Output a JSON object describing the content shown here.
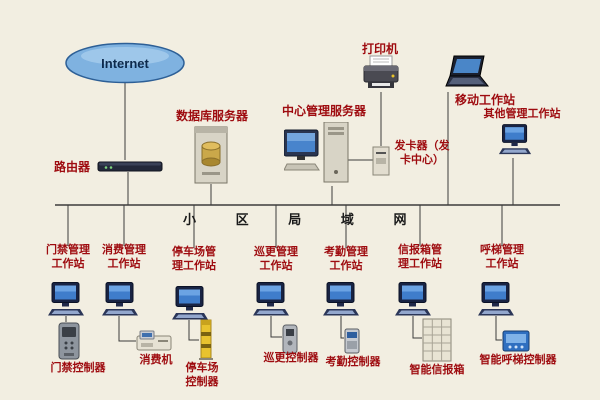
{
  "colors": {
    "background": "#f2eee1",
    "label_red": "#9e0b0f",
    "line": "#3c3c3c",
    "bus_text": "#1a1a1a",
    "cloud_fill": "#7fb2e0",
    "cloud_stroke": "#2d5f96",
    "internet_text": "#0d2a4d"
  },
  "top": {
    "internet": "Internet",
    "router": "路由器",
    "database_server": "数据库服务器",
    "central_server": "中心管理服务器",
    "printer": "打印机",
    "card_issuer": "发卡器（发卡中心）",
    "mobile_workstation": "移动工作站",
    "other_workstation": "其他管理工作站"
  },
  "bus": {
    "label": "小 区 局 域 网"
  },
  "stations": [
    {
      "label": "门禁管理工作站",
      "device": "门禁控制器"
    },
    {
      "label": "消费管理工作站",
      "device": "消费机"
    },
    {
      "label": "停车场管理工作站",
      "device": "停车场控制器"
    },
    {
      "label": "巡更管理工作站",
      "device": "巡更控制器"
    },
    {
      "label": "考勤管理工作站",
      "device": "考勤控制器"
    },
    {
      "label": "信报箱管理工作站",
      "device": "智能信报箱"
    },
    {
      "label": "呼梯管理工作站",
      "device": "智能呼梯控制器"
    }
  ]
}
